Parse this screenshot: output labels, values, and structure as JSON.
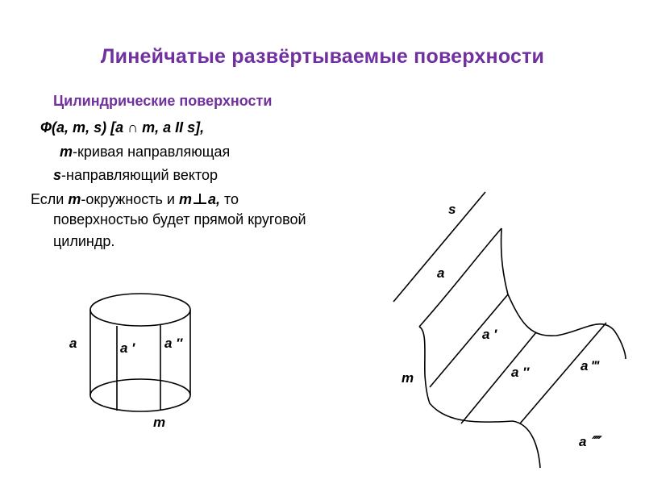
{
  "title": "Линейчатые развёртываемые поверхности",
  "subtitle": "Цилиндрические  поверхности",
  "formula": {
    "phi": "Ф(a, m, s)",
    "bracket": "[a ∩ m, a II s],"
  },
  "guide_curve": {
    "symbol": "m",
    "text": "-кривая направляющая"
  },
  "guide_vector": {
    "symbol": "s",
    "text": "-направляющий вектор"
  },
  "condition": {
    "prefix": "Если ",
    "m1": "m",
    "mid": "-окружность и ",
    "m2": "m",
    "a": "a,",
    "suffix": " то",
    "line2": "поверхностью будет прямой круговой",
    "line3": "цилиндр."
  },
  "cylinder_labels": {
    "a": "a",
    "a1": "a ′",
    "a2": "a ″",
    "m": "m"
  },
  "surface_labels": {
    "s": "s",
    "a": "a",
    "m": "m",
    "a1": "a ′",
    "a2": "a ″",
    "a3": "a ‴",
    "a4": "a ⁗"
  },
  "colors": {
    "title": "#7030A0",
    "text": "#000000"
  }
}
